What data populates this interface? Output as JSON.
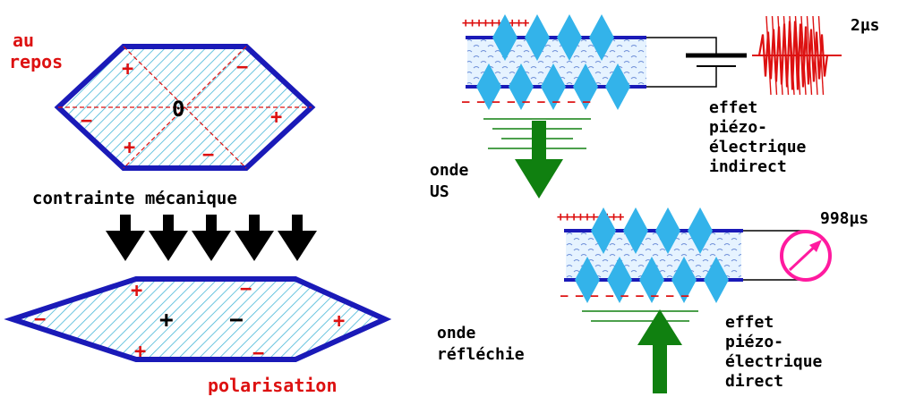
{
  "colors": {
    "hex_border": "#1a1ab8",
    "hatch": "#47b7d8",
    "red": "#dd1111",
    "arrow_black": "#000000",
    "arrow_green": "#108010",
    "diamond": "#33b3ea",
    "electrode": "#1a1ab8",
    "meter_ring": "#ff1a9f",
    "text": "#000000"
  },
  "left": {
    "rest_label_1": "au",
    "rest_label_2": "repos",
    "center_label": "0",
    "stress_label": "contrainte mécanique",
    "polarisation_label": "polarisation",
    "rest_signs": [
      "+",
      "−",
      "−",
      "+",
      "+",
      "−"
    ],
    "stressed_signs": [
      "+",
      "−",
      "−",
      "+",
      "+",
      "−",
      "+",
      "−"
    ]
  },
  "top": {
    "pulse_time": "2µs",
    "charge_row": "++++++++++",
    "effect_lines": [
      "effet",
      "piézo-",
      "électrique",
      "indirect"
    ],
    "wave_lines": [
      "onde",
      "US"
    ]
  },
  "bottom": {
    "echo_time": "998µs",
    "charge_row": "++++++++++",
    "effect_lines": [
      "effet",
      "piézo-",
      "électrique",
      "direct"
    ],
    "wave_lines": [
      "onde",
      "réfléchie"
    ]
  }
}
